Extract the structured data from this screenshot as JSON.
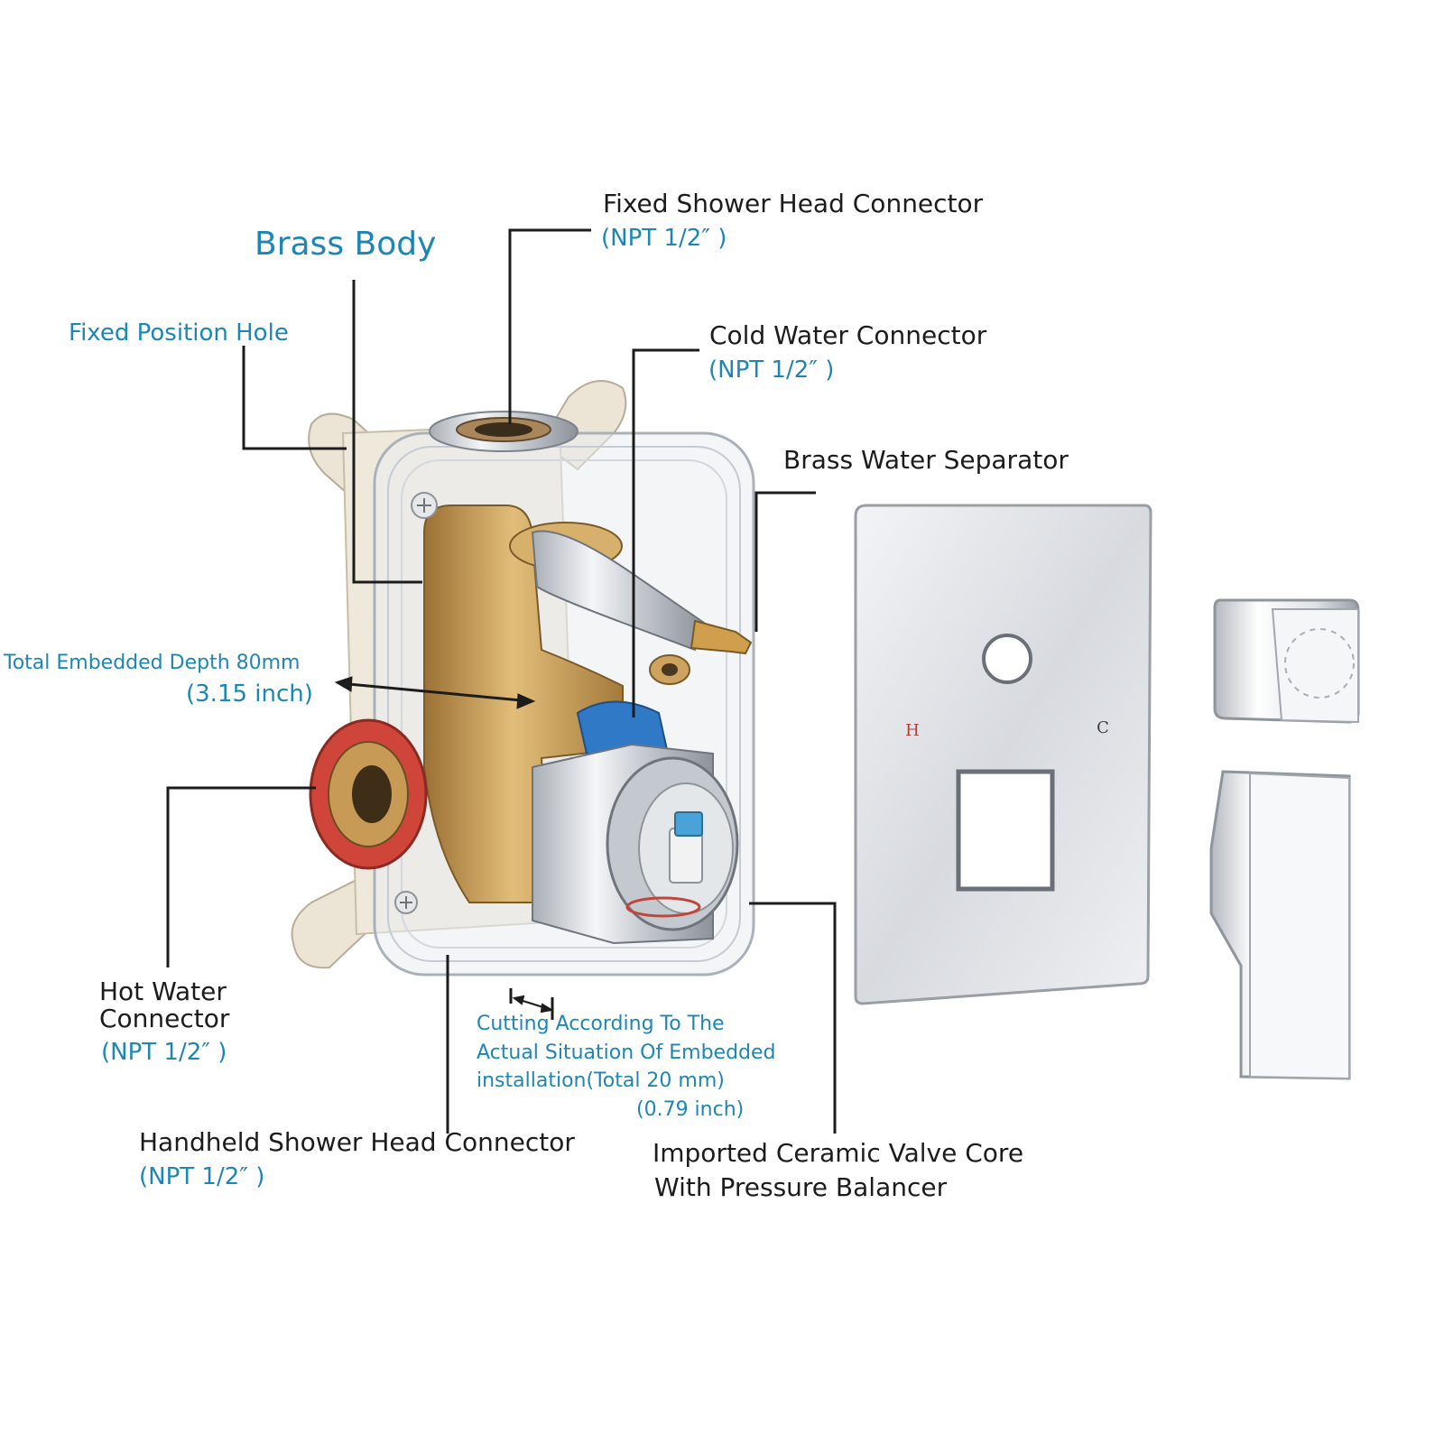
{
  "labels": {
    "brass_body": "Brass Body",
    "fixed_position_hole": "Fixed Position Hole",
    "fixed_shower_head": "Fixed Shower Head Connector",
    "fixed_shower_head_npt": "(NPT 1/2″ )",
    "cold_water": "Cold Water Connector",
    "cold_water_npt": "(NPT 1/2″ )",
    "brass_water_separator": "Brass Water Separator",
    "depth_text": "Total Embedded Depth 80mm",
    "depth_inch": "(3.15 inch)",
    "hot_water_line1": "Hot Water",
    "hot_water_line2": "Connector",
    "hot_water_npt": "(NPT 1/2″ )",
    "cutting_line1": "Cutting According To The",
    "cutting_line2": "Actual Situation Of Embedded",
    "cutting_line3": "installation(Total 20 mm)",
    "cutting_inch": "(0.79 inch)",
    "handheld": "Handheld Shower Head Connector",
    "handheld_npt": "(NPT 1/2″ )",
    "ceramic_line1": "Imported Ceramic Valve Core",
    "ceramic_line2": "With Pressure Balancer"
  },
  "trim_plate": {
    "hot_mark": "H",
    "cold_mark": "C"
  },
  "colors": {
    "label_dark": "#1c1c1c",
    "label_blue": "#1e86b4",
    "brass": "#c9a05a",
    "chrome": "#d9dde2",
    "bracket": "#ece4d4",
    "hot_ring": "#d0453a",
    "cold_ring": "#2f79c7"
  }
}
